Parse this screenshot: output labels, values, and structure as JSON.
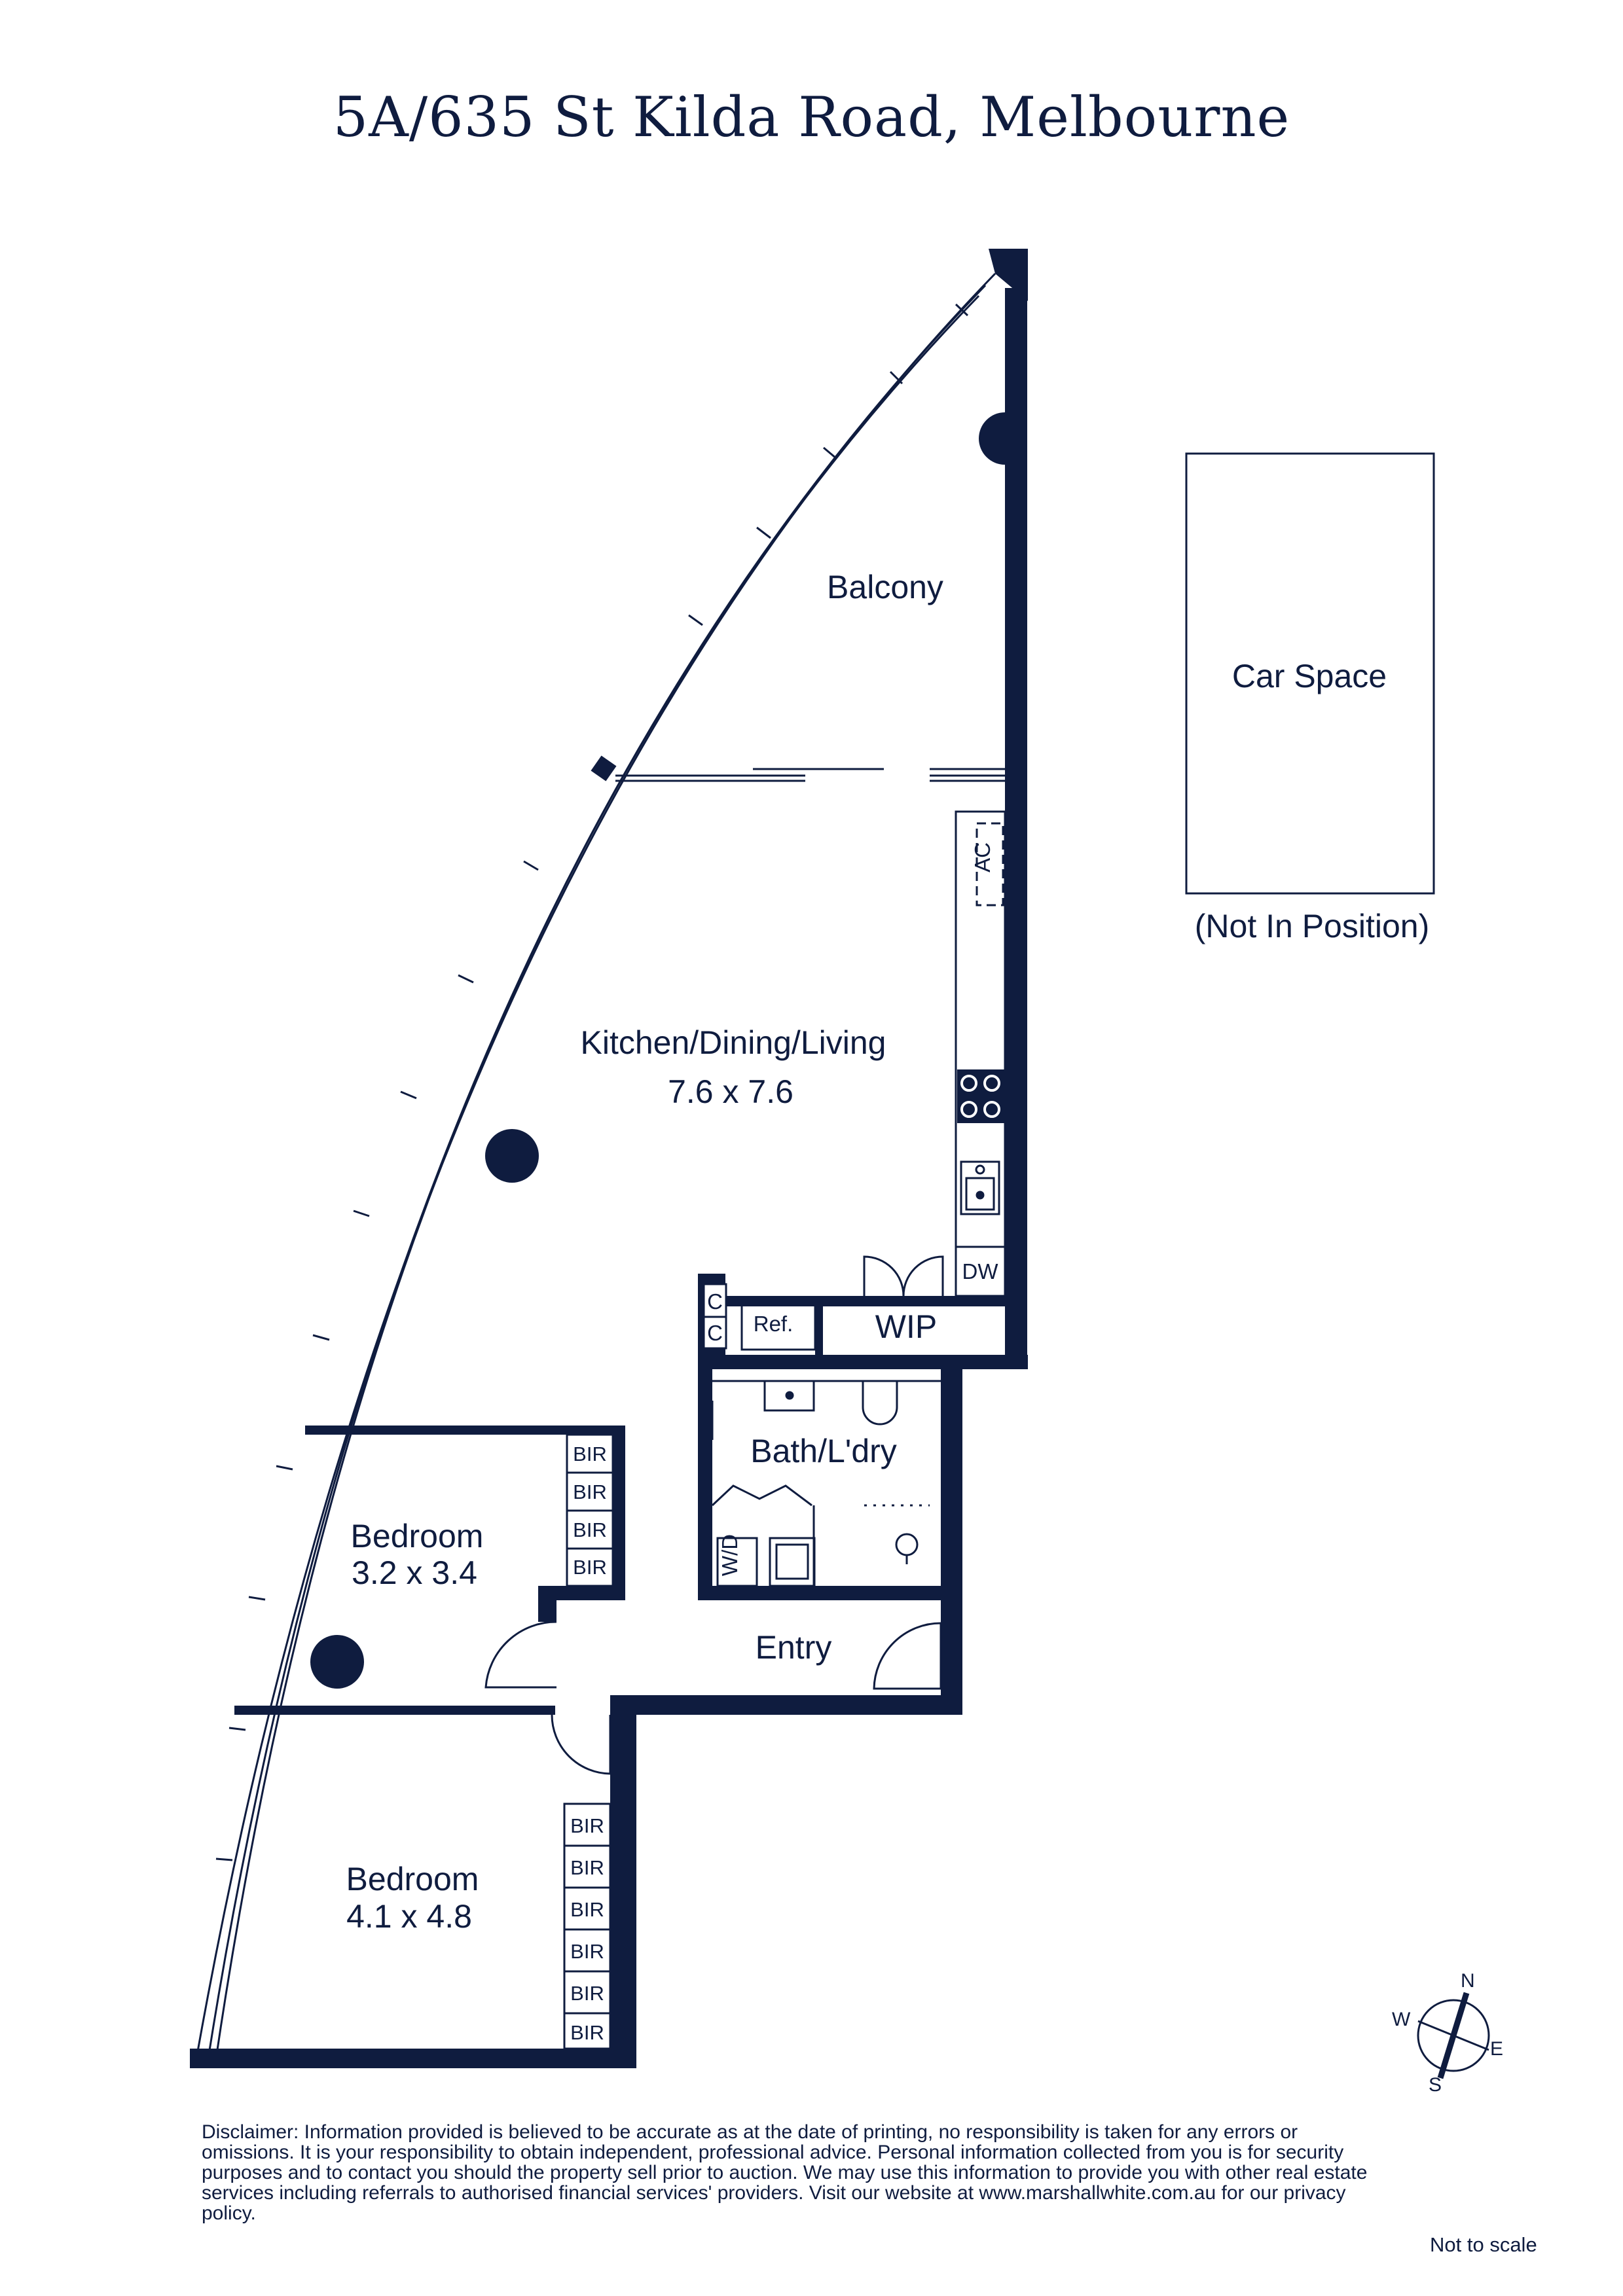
{
  "title": "5A/635 St Kilda Road, Melbourne",
  "rooms": {
    "balcony": "Balcony",
    "living": {
      "name": "Kitchen/Dining/Living",
      "size": "7.6 x 7.6"
    },
    "bath": "Bath/L'dry",
    "entry": "Entry",
    "wip": "WIP",
    "bedroom1": {
      "name": "Bedroom",
      "size": "3.2 x 3.4"
    },
    "bedroom2": {
      "name": "Bedroom",
      "size": "4.1 x 4.8"
    }
  },
  "fixtures": {
    "ac": "AC",
    "dw": "DW",
    "ref": "Ref.",
    "c": "C",
    "wd": "W/D",
    "bir": "BIR"
  },
  "car_space": {
    "label": "Car Space",
    "note": "(Not In Position)"
  },
  "compass": {
    "n": "N",
    "e": "E",
    "s": "S",
    "w": "W"
  },
  "disclaimer": "Disclaimer: Information provided is believed to be accurate as at the date of printing, no responsibility is taken for any errors or omissions. It is your responsibility to obtain independent, professional advice. Personal information collected from you is for security purposes and to contact you should the property sell prior to auction. We may use this information to provide you with other real estate services including referrals to authorised financial services' providers. Visit our website at www.marshallwhite.com.au for our privacy policy.",
  "scale_note": "Not to scale",
  "colors": {
    "ink": "#0f1c3f",
    "background": "#ffffff"
  }
}
